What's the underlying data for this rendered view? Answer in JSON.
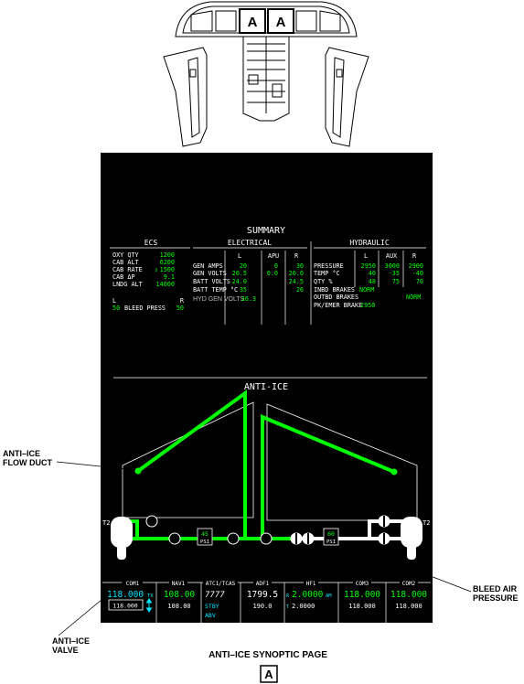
{
  "cockpit": {
    "tag1": "A",
    "tag2": "A"
  },
  "summary": {
    "title": "SUMMARY",
    "ecs": {
      "header": "ECS",
      "rows": [
        {
          "label": "OXY QTY",
          "value": "1200"
        },
        {
          "label": "CAB ALT",
          "value": "6200"
        },
        {
          "label": "CAB RATE",
          "value": "1500"
        },
        {
          "label": "CAB ΔP",
          "value": "9.1"
        },
        {
          "label": "LNDG ALT",
          "value": "14000"
        }
      ],
      "rate_arrow": "⇕",
      "bleed_l_label": "L",
      "bleed_r_label": "R",
      "bleed_l": "50",
      "bleed_label": "BLEED PRESS",
      "bleed_r": "50"
    },
    "electrical": {
      "header": "ELECTRICAL",
      "cols": [
        "L",
        "APU",
        "R"
      ],
      "rows": [
        {
          "label": "GEN AMPS",
          "l": "20",
          "apu": "0",
          "r": "30"
        },
        {
          "label": "GEN VOLTS",
          "l": "20.5",
          "apu": "0.0",
          "r": "20.0"
        },
        {
          "label": "BATT VOLTS",
          "l": "24.0",
          "apu": "",
          "r": "24.5"
        },
        {
          "label": "BATT TEMP °C",
          "l": "35",
          "apu": "",
          "r": "26"
        }
      ],
      "hyd_gen_label": "HYD GEN VOLTS",
      "hyd_gen_value": "26.3"
    },
    "hydraulic": {
      "header": "HYDRAULIC",
      "cols": [
        "L",
        "AUX",
        "R"
      ],
      "rows": [
        {
          "label": "PRESSURE",
          "l": "2950",
          "aux": "3000",
          "r": "2900"
        },
        {
          "label": "TEMP °C",
          "l": "40",
          "aux": "-35",
          "r": "-40"
        },
        {
          "label": "QTY %",
          "l": "48",
          "aux": "75",
          "r": "70"
        }
      ],
      "inbd_label": "INBD BRAKES",
      "inbd_value": "NORM",
      "outbd_label": "OUTBD BRAKES",
      "outbd_value": "NORM",
      "pk_label": "PK/EMER BRAKE",
      "pk_value": "2950"
    }
  },
  "anti_ice": {
    "title": "ANTI-ICE",
    "t2_left": "T2",
    "t2_right": "T2",
    "psi_left_value": "45",
    "psi_left_unit": "PSI",
    "psi_right_value": "60",
    "psi_right_unit": "PSI"
  },
  "radio": {
    "com1": {
      "label": "COM1",
      "active": "118.000",
      "tx": "TX",
      "standby": "118.000"
    },
    "nav1": {
      "label": "NAV1",
      "active": "108.00",
      "standby": "108.00"
    },
    "atc": {
      "label": "ATC1/TCAS",
      "code": "7777",
      "mode1": "STBY",
      "mode2": "ABV"
    },
    "adf1": {
      "label": "ADF1",
      "active": "1799.5",
      "standby": "190.0"
    },
    "hf1": {
      "label": "HF1",
      "r_tag": "R",
      "active": "2.0000",
      "am": "AM",
      "t_tag": "T",
      "standby": "2.0000"
    },
    "com3": {
      "label": "COM3",
      "active": "118.000",
      "standby": "118.000"
    },
    "com2": {
      "label": "COM2",
      "active": "118.000",
      "standby": "118.000"
    }
  },
  "callouts": {
    "flow_duct_1": "ANTI–ICE",
    "flow_duct_2": "FLOW DUCT",
    "valve_1": "ANTI–ICE",
    "valve_2": "VALVE",
    "bleed_1": "BLEED AIR",
    "bleed_2": "PRESSURE"
  },
  "caption": "ANTI–ICE SYNOPTIC PAGE",
  "caption_tag": "A",
  "colors": {
    "screen": "#000000",
    "green": "#00ff00",
    "cyan": "#00e5ff",
    "white": "#ffffff"
  }
}
